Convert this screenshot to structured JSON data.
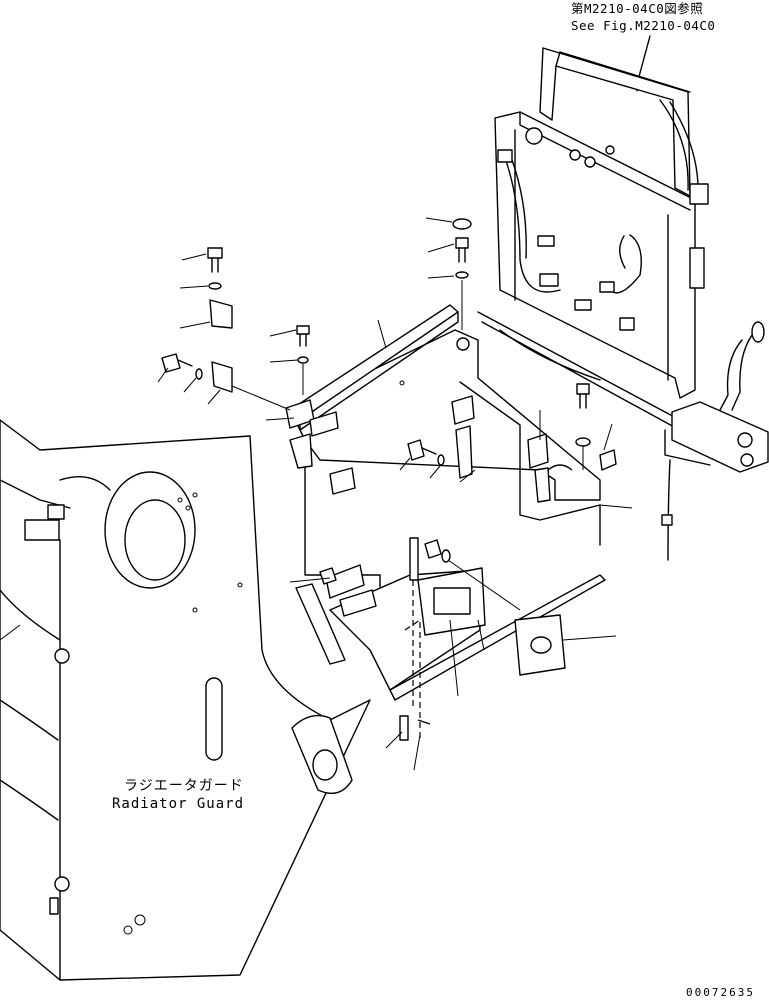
{
  "reference": {
    "line_jp": "第M2210-04C0図参照",
    "line_en": "See Fig.M2210-04C0"
  },
  "radiator_guard": {
    "label_jp": "ラジエータガード",
    "label_en": "Radiator Guard"
  },
  "drawing_number": "00072635"
}
